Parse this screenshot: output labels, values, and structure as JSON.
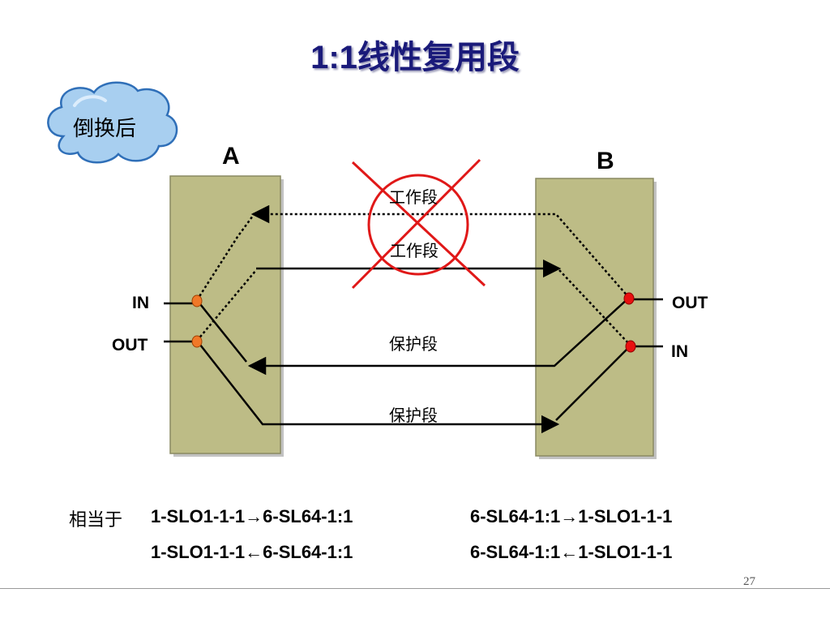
{
  "title": {
    "ratio": "1:1",
    "text": "线性复用段"
  },
  "badge": {
    "label": "倒换后"
  },
  "nodes": {
    "a": "A",
    "b": "B"
  },
  "ports": {
    "a_in": "IN",
    "a_out": "OUT",
    "b_out": "OUT",
    "b_in": "IN"
  },
  "segments": {
    "working_1": "工作段",
    "working_2": "工作段",
    "protection_1": "保护段",
    "protection_2": "保护段"
  },
  "equivalence": {
    "label": "相当于",
    "rows": [
      {
        "left": "1-SLO1-1-1→6-SL64-1:1",
        "right": "6-SL64-1:1→1-SLO1-1-1"
      },
      {
        "left": "1-SLO1-1-1←6-SL64-1:1",
        "right": "6-SL64-1:1←1-SLO1-1-1"
      }
    ]
  },
  "page_number": "27",
  "colors": {
    "node_fill": "#bdbc86",
    "node_border": "#8a8a62",
    "cloud_fill": "#a8cff0",
    "cloud_border": "#2f6fb8",
    "fail_mark": "#e01818",
    "port_dot_a": "#f07828",
    "port_dot_b": "#e81010",
    "title": "#1a1a7a"
  }
}
